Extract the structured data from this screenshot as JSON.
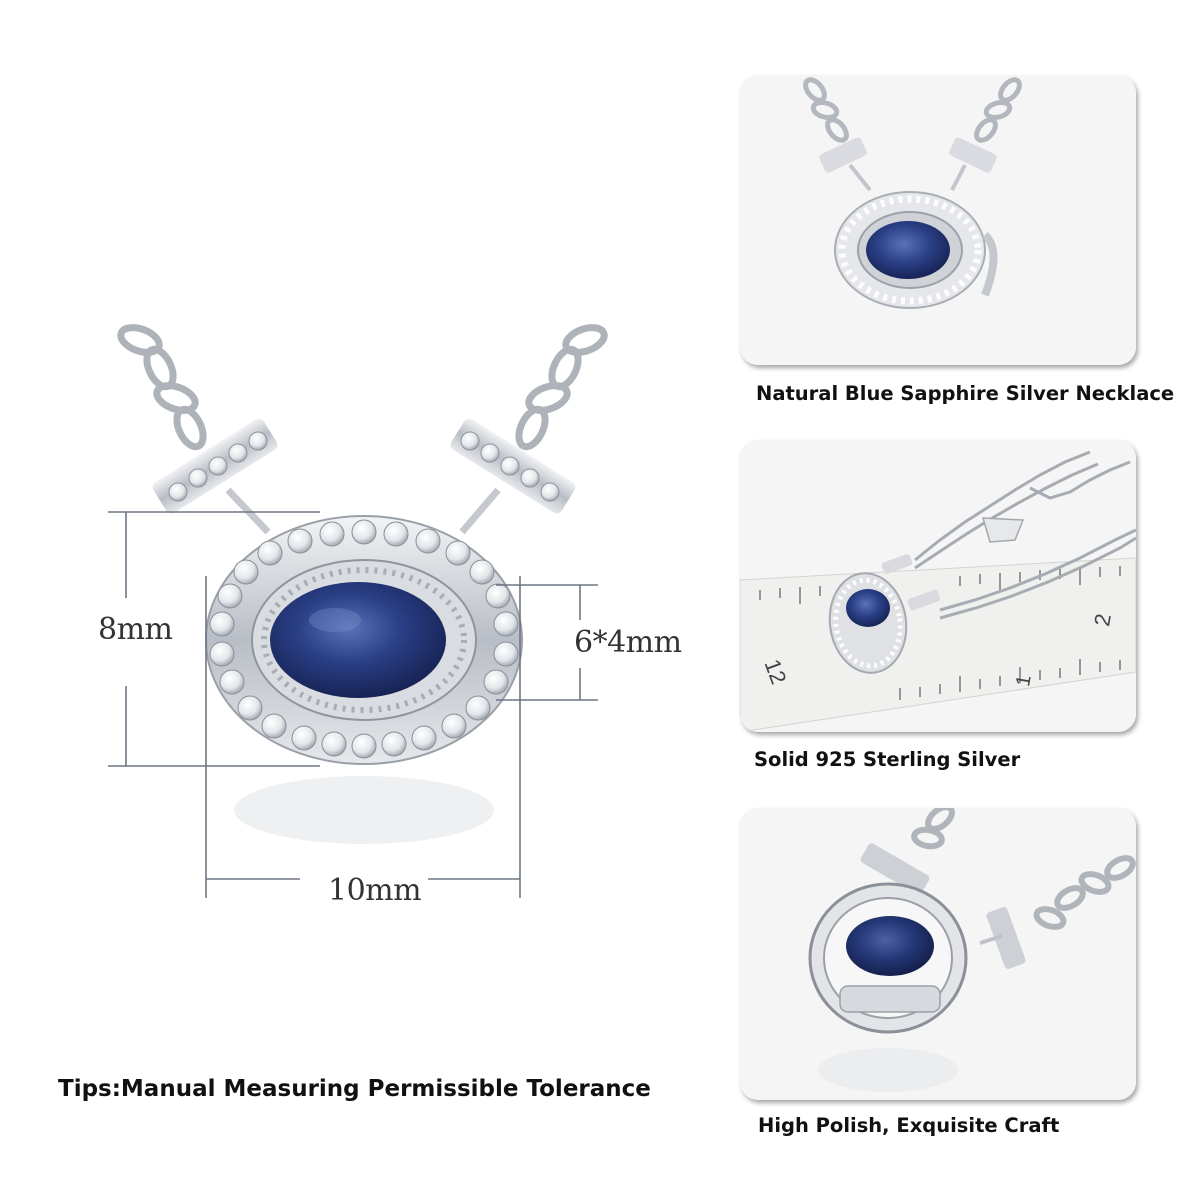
{
  "diagram": {
    "dimensions": {
      "height": "8mm",
      "stone": "6*4mm",
      "width": "10mm"
    },
    "tips": "Tips:Manual Measuring Permissible Tolerance"
  },
  "cards": [
    {
      "caption": "Natural Blue Sapphire Silver Necklace"
    },
    {
      "caption": "Solid 925 Sterling Silver",
      "ruler_labels": [
        "12",
        "1",
        "2"
      ]
    },
    {
      "caption": "High Polish, Exquisite Craft"
    }
  ],
  "colors": {
    "sapphire": "#2a3f86",
    "silver": "#c9ccd2",
    "dimension_line": "#6e7684"
  }
}
